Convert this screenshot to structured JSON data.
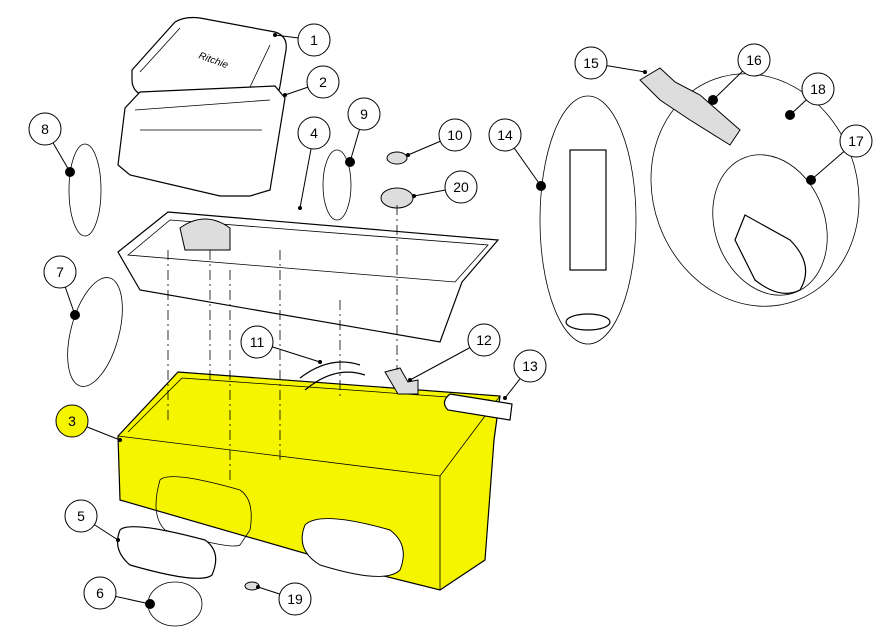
{
  "title": "Exploded parts diagram",
  "colors": {
    "highlight": "#f5f500",
    "line": "#000000"
  },
  "callouts": [
    {
      "number": "1"
    },
    {
      "number": "2"
    },
    {
      "number": "3",
      "highlighted": true
    },
    {
      "number": "4"
    },
    {
      "number": "5"
    },
    {
      "number": "6"
    },
    {
      "number": "7"
    },
    {
      "number": "8"
    },
    {
      "number": "9"
    },
    {
      "number": "10"
    },
    {
      "number": "11"
    },
    {
      "number": "12"
    },
    {
      "number": "13"
    },
    {
      "number": "14"
    },
    {
      "number": "15"
    },
    {
      "number": "16"
    },
    {
      "number": "17"
    },
    {
      "number": "18"
    },
    {
      "number": "19"
    },
    {
      "number": "20"
    }
  ]
}
